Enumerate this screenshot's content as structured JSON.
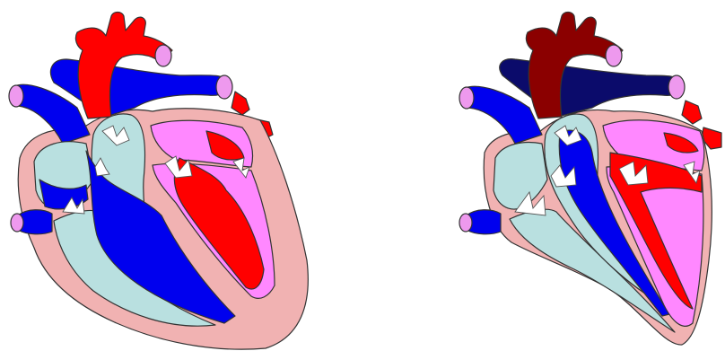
{
  "figure": {
    "panels": [
      {
        "id": "heart-left",
        "state": "chambers-relaxed"
      },
      {
        "id": "heart-right",
        "state": "chambers-contracted"
      }
    ]
  },
  "colors": {
    "background": "#ffffff",
    "wall": "#f1b2b2",
    "deoxygenated_blood": "#0000ee",
    "oxygenated_blood": "#ff0000",
    "chamber_right_side": "#b9e0e0",
    "chamber_left_side": "#ff88ff",
    "vessel_caps": "#ee99ee",
    "aorta_dark": "#8b0000",
    "pulmonary_dark": "#0b0b6b",
    "outline": "#333333",
    "valve": "#ffffff"
  }
}
